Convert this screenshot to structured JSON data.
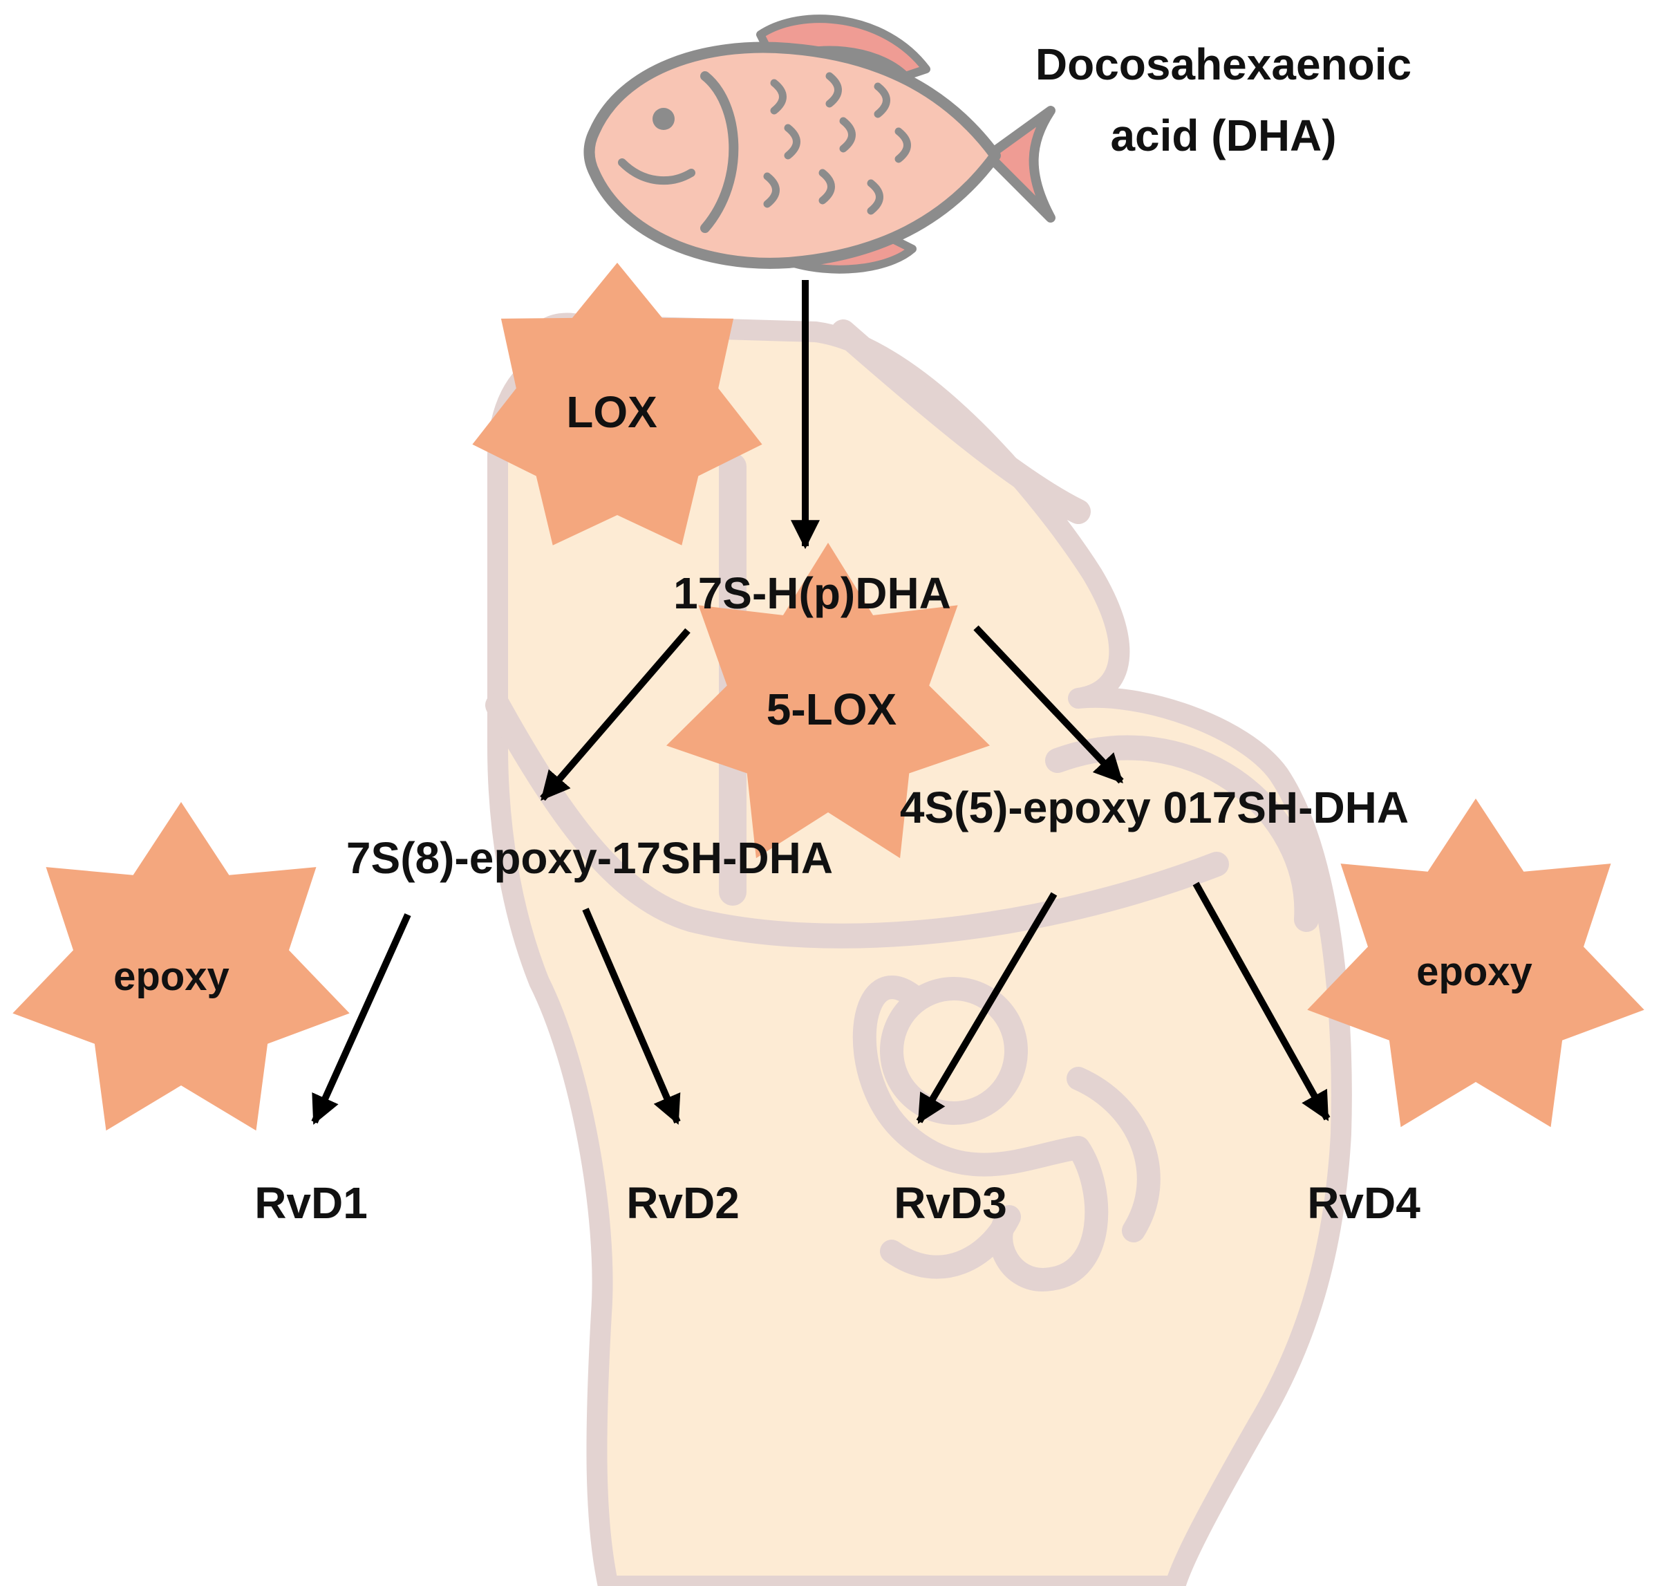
{
  "source": {
    "line1": "Docosahexaenoic",
    "line2": "acid (DHA)",
    "icon": "fish-icon"
  },
  "enzymes": {
    "lox": "LOX",
    "lox5": "5-LOX",
    "epoxy_left": "epoxy",
    "epoxy_right": "epoxy"
  },
  "intermediates": {
    "hpdha": "17S-H(p)DHA",
    "epoxy7": "7S(8)-epoxy-17SH-DHA",
    "epoxy4": "4S(5)-epoxy 017SH-DHA"
  },
  "products": [
    "RvD1",
    "RvD2",
    "RvD3",
    "RvD4"
  ],
  "background": {
    "icon": "human-torso-icon"
  },
  "colors": {
    "star": "#f4a77e",
    "fish_body": "#f8c5b4",
    "fish_fin": "#ef9c94",
    "outline": "#8c8c8c",
    "body_fill": "#fdebd4",
    "body_outline": "#e3d3d1",
    "arrow": "#000000"
  }
}
